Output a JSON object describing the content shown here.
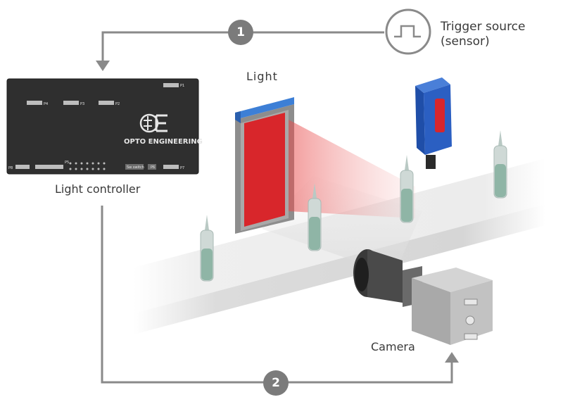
{
  "labels": {
    "trigger_line1": "Trigger source",
    "trigger_line2": "(sensor)",
    "light": "Light",
    "controller": "Light controller",
    "camera": "Camera"
  },
  "steps": [
    "1",
    "2"
  ],
  "controller": {
    "brand": "OPTO ENGINEERING",
    "button_label": "Sw switch",
    "port_labels": [
      "P1",
      "P2",
      "P3",
      "P4",
      "P5",
      "P6",
      "P7",
      "P8"
    ]
  },
  "colors": {
    "arrow": "#8a8a8a",
    "step_circle": "#7b7b7b",
    "controller_body": "#2f2f2f",
    "light_panel": "#d8262b",
    "light_top": "#3d7fd6",
    "sensor_body": "#2b5fc2",
    "belt": "#ececec",
    "vial_liquid": "#8fb5a6",
    "camera_body": "#bdbdbd"
  },
  "icons": [
    "pulse-icon",
    "controller-logo-icon"
  ]
}
